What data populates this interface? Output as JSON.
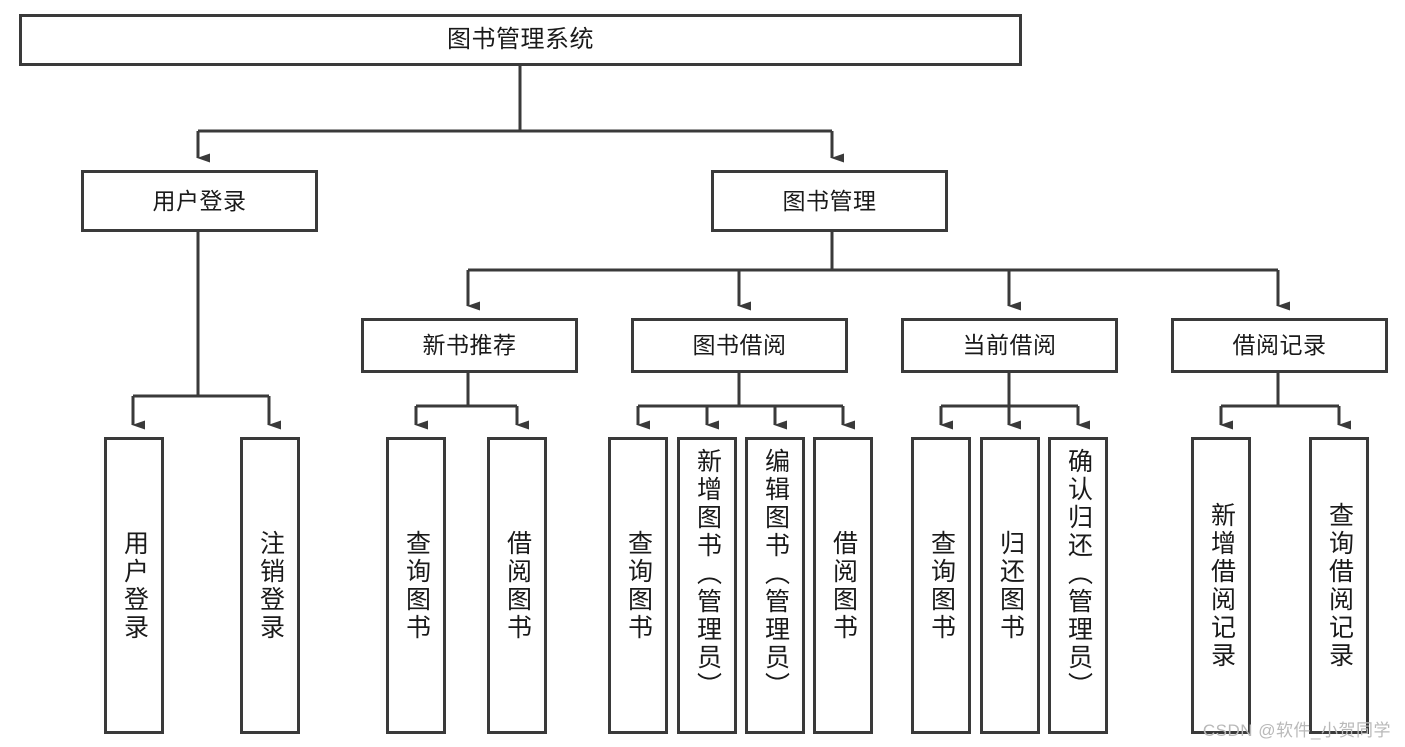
{
  "diagram": {
    "title": "图书管理系统",
    "watermark": "CSDN @软件_小贺同学",
    "colors": {
      "box_border": "#3a3a3a",
      "box_fill": "#ffffff",
      "edge": "#3a3a3a",
      "text": "#1a1a1a",
      "watermark": "#b9b9b9",
      "background": "#ffffff"
    },
    "levels": {
      "root": "图书管理系统",
      "level2": [
        "用户登录",
        "图书管理"
      ],
      "level3": [
        "新书推荐",
        "图书借阅",
        "当前借阅",
        "借阅记录"
      ]
    },
    "nodes": {
      "root": {
        "label": "图书管理系统"
      },
      "user_login": {
        "label": "用户登录"
      },
      "book_manage": {
        "label": "图书管理"
      },
      "new_book_rec": {
        "label": "新书推荐"
      },
      "book_borrow": {
        "label": "图书借阅"
      },
      "current_borrow": {
        "label": "当前借阅"
      },
      "borrow_record": {
        "label": "借阅记录"
      },
      "leaf_user_login": {
        "label": "用户登录"
      },
      "leaf_logout": {
        "label": "注销登录"
      },
      "leaf_query_book_1": {
        "label": "查询图书"
      },
      "leaf_borrow_book_1": {
        "label": "借阅图书"
      },
      "leaf_query_book_2": {
        "label": "查询图书"
      },
      "leaf_add_book": {
        "label": "新增图书（管理员）"
      },
      "leaf_edit_book": {
        "label": "编辑图书（管理员）"
      },
      "leaf_borrow_book_2": {
        "label": "借阅图书"
      },
      "leaf_query_book_3": {
        "label": "查询图书"
      },
      "leaf_return_book": {
        "label": "归还图书"
      },
      "leaf_confirm_return": {
        "label": "确认归还（管理员）"
      },
      "leaf_add_record": {
        "label": "新增借阅记录"
      },
      "leaf_query_record": {
        "label": "查询借阅记录"
      }
    },
    "edges": [
      {
        "from": "root",
        "to": "user_login"
      },
      {
        "from": "root",
        "to": "book_manage"
      },
      {
        "from": "user_login",
        "to": "leaf_user_login"
      },
      {
        "from": "user_login",
        "to": "leaf_logout"
      },
      {
        "from": "book_manage",
        "to": "new_book_rec"
      },
      {
        "from": "book_manage",
        "to": "book_borrow"
      },
      {
        "from": "book_manage",
        "to": "current_borrow"
      },
      {
        "from": "book_manage",
        "to": "borrow_record"
      },
      {
        "from": "new_book_rec",
        "to": "leaf_query_book_1"
      },
      {
        "from": "new_book_rec",
        "to": "leaf_borrow_book_1"
      },
      {
        "from": "book_borrow",
        "to": "leaf_query_book_2"
      },
      {
        "from": "book_borrow",
        "to": "leaf_add_book"
      },
      {
        "from": "book_borrow",
        "to": "leaf_edit_book"
      },
      {
        "from": "book_borrow",
        "to": "leaf_borrow_book_2"
      },
      {
        "from": "current_borrow",
        "to": "leaf_query_book_3"
      },
      {
        "from": "current_borrow",
        "to": "leaf_return_book"
      },
      {
        "from": "current_borrow",
        "to": "leaf_confirm_return"
      },
      {
        "from": "borrow_record",
        "to": "leaf_add_record"
      },
      {
        "from": "borrow_record",
        "to": "leaf_query_record"
      }
    ]
  }
}
